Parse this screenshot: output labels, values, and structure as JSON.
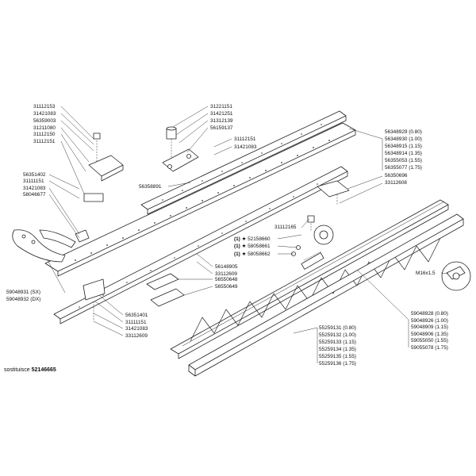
{
  "parts": {
    "bolt_group": [
      "31112153",
      "31421083",
      "56359003",
      "31211080",
      "31112150",
      "31112151"
    ],
    "clip_group": [
      "56351402",
      "31111151",
      "31421083",
      "58046677"
    ],
    "knife_head_group": [
      "31221151",
      "31421251",
      "31312139",
      "56159137"
    ],
    "bolt_nut_pair": [
      "31112151",
      "31421083"
    ],
    "bar_part": "56358891",
    "knife_bar_variants": [
      "56348929 (0.80)",
      "56348930 (1.00)",
      "56348915 (1.15)",
      "56348914 (1.35)",
      "56355053 (1.55)",
      "56355077 (1.75)"
    ],
    "guide_group": [
      "56350696",
      "33112608"
    ],
    "screw": "31112165",
    "starred_parts": [
      {
        "qty": "(1)",
        "code": "52158660"
      },
      {
        "qty": "(1)",
        "code": "58058661"
      },
      {
        "qty": "(1)",
        "code": "58058662"
      }
    ],
    "mid_pair": [
      "56148905",
      "33112609"
    ],
    "plate_pair": [
      "56550648",
      "56550649"
    ],
    "bottom_group": [
      "56351401",
      "31111151",
      "31421083",
      "33112609"
    ],
    "shoe_variants": [
      "59048931 (SX)",
      "59048932 (DX)"
    ],
    "thread": "M16x1,5",
    "guard_variants": [
      "59048928 (0.80)",
      "59048926 (1.00)",
      "59048909 (1.15)",
      "59048906 (1.35)",
      "59055050 (1.55)",
      "59055078 (1.75)"
    ],
    "rail_variants": [
      "55259131 (0.80)",
      "55259132 (1.00)",
      "55259133 (1.15)",
      "55259134 (1.35)",
      "55259135 (1.55)",
      "55259136 (1.75)"
    ]
  },
  "footer": {
    "replace_label": "sostituisce",
    "replace_code": "52146665"
  }
}
